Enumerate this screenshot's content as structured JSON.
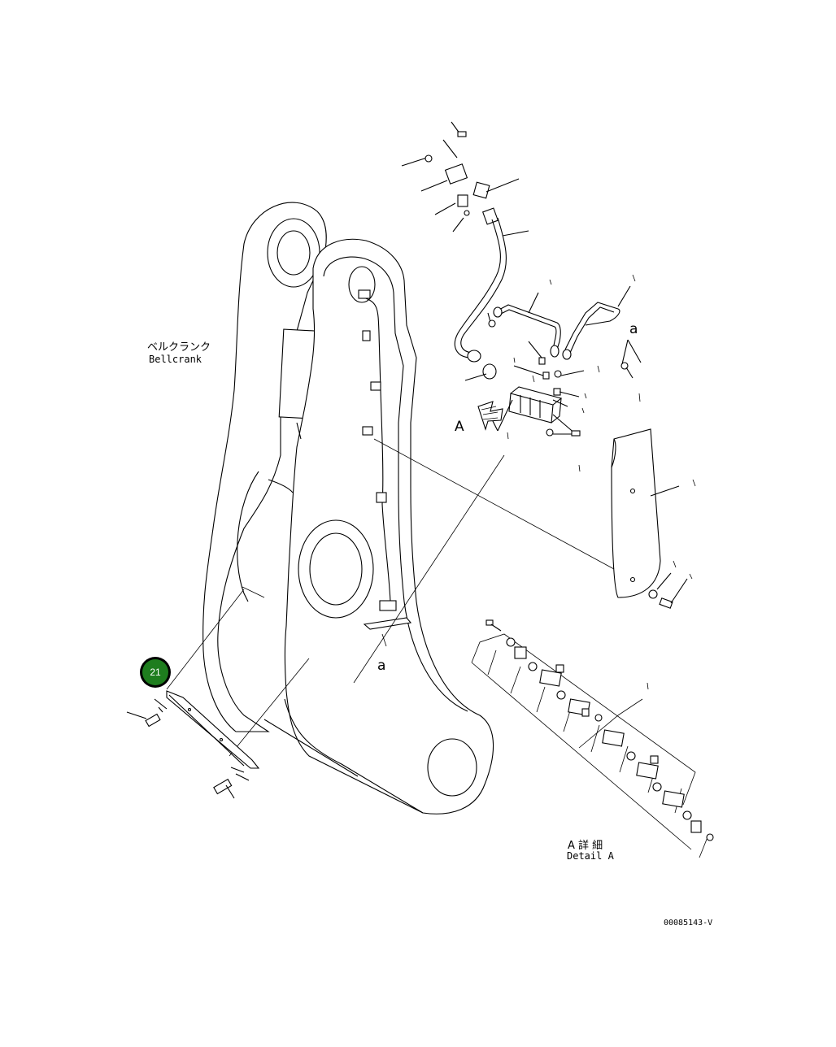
{
  "diagram": {
    "part_label_jp": "ベルクランク",
    "part_label_en": "Bellcrank",
    "view_marker": "A",
    "ref_a_top": "a",
    "ref_a_bottom": "a",
    "detail_label_jp": "A 詳 細",
    "detail_label_en": "Detail A",
    "drawing_number": "00085143-V",
    "highlight_callout": "21",
    "highlight_color": "#1e7d1e"
  }
}
